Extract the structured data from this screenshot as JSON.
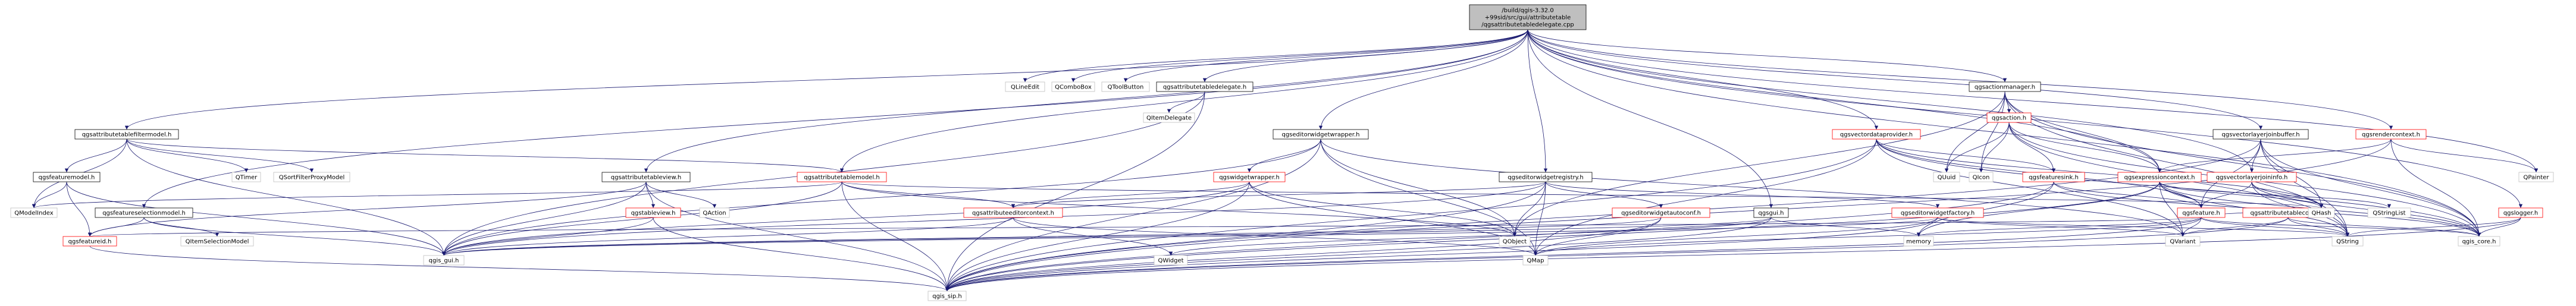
{
  "diagram": {
    "type": "include-dependency-graph",
    "root": "/build/qgis-3.32.0+99sid/src/gui/attributetable/qgsattributetabledelegate.cpp",
    "colors": {
      "edge": "#191970",
      "root_fill": "#bfbfbf",
      "missing_header_border": "#bfbfbf",
      "highlight_border": "#ff0000"
    },
    "nodes": [
      {
        "id": "root",
        "lines": [
          "/build/qgis-3.32.0",
          "+99sid/src/gui/attributetable",
          "/qgsattributetabledelegate.cpp"
        ],
        "kind": "root"
      },
      {
        "id": "QLineEdit",
        "lines": [
          "QLineEdit"
        ],
        "kind": "sys"
      },
      {
        "id": "QComboBox",
        "lines": [
          "QComboBox"
        ],
        "kind": "sys"
      },
      {
        "id": "QToolButton",
        "lines": [
          "QToolButton"
        ],
        "kind": "sys"
      },
      {
        "id": "qgsattributetabledelegate.h",
        "lines": [
          "qgsattributetabledelegate.h"
        ],
        "kind": "local"
      },
      {
        "id": "QItemDelegate",
        "lines": [
          "QItemDelegate"
        ],
        "kind": "sys"
      },
      {
        "id": "qgsattributetablefiltermodel.h",
        "lines": [
          "qgsattributetablefiltermodel.h"
        ],
        "kind": "local"
      },
      {
        "id": "QTimer",
        "lines": [
          "QTimer"
        ],
        "kind": "sys"
      },
      {
        "id": "QSortFilterProxyModel",
        "lines": [
          "QSortFilterProxyModel"
        ],
        "kind": "sys"
      },
      {
        "id": "qgsfeaturemodel.h",
        "lines": [
          "qgsfeaturemodel.h"
        ],
        "kind": "local"
      },
      {
        "id": "QModelIndex",
        "lines": [
          "QModelIndex"
        ],
        "kind": "sys"
      },
      {
        "id": "qgsattributetableview.h",
        "lines": [
          "qgsattributetableview.h"
        ],
        "kind": "local"
      },
      {
        "id": "qgsattributetablemodel.h",
        "lines": [
          "qgsattributetablemodel.h"
        ],
        "kind": "red"
      },
      {
        "id": "qgsfeatureselectionmodel.h",
        "lines": [
          "qgsfeatureselectionmodel.h"
        ],
        "kind": "local"
      },
      {
        "id": "QItemSelectionModel",
        "lines": [
          "QItemSelectionModel"
        ],
        "kind": "sys"
      },
      {
        "id": "qgsfeatureid.h",
        "lines": [
          "qgsfeatureid.h"
        ],
        "kind": "red"
      },
      {
        "id": "qgstableview.h",
        "lines": [
          "qgstableview.h"
        ],
        "kind": "red"
      },
      {
        "id": "QAction",
        "lines": [
          "QAction"
        ],
        "kind": "sys"
      },
      {
        "id": "qgseditorwidgetwrapper.h",
        "lines": [
          "qgseditorwidgetwrapper.h"
        ],
        "kind": "local"
      },
      {
        "id": "qgswidgetwrapper.h",
        "lines": [
          "qgswidgetwrapper.h"
        ],
        "kind": "red"
      },
      {
        "id": "qgsattributeeditorcontext.h",
        "lines": [
          "qgsattributeeditorcontext.h"
        ],
        "kind": "red"
      },
      {
        "id": "qgseditorwidgetregistry.h",
        "lines": [
          "qgseditorwidgetregistry.h"
        ],
        "kind": "local"
      },
      {
        "id": "qgseditorwidgetautoconf.h",
        "lines": [
          "qgseditorwidgetautoconf.h"
        ],
        "kind": "red"
      },
      {
        "id": "qgseditorwidgetfactory.h",
        "lines": [
          "qgseditorwidgetfactory.h"
        ],
        "kind": "red"
      },
      {
        "id": "qgsgui.h",
        "lines": [
          "qgsgui.h"
        ],
        "kind": "local"
      },
      {
        "id": "qgsactionmanager.h",
        "lines": [
          "qgsactionmanager.h"
        ],
        "kind": "local"
      },
      {
        "id": "qgsaction.h",
        "lines": [
          "qgsaction.h"
        ],
        "kind": "red"
      },
      {
        "id": "qgsvectordataprovider.h",
        "lines": [
          "qgsvectordataprovider.h"
        ],
        "kind": "red"
      },
      {
        "id": "qgsfeaturesink.h",
        "lines": [
          "qgsfeaturesink.h"
        ],
        "kind": "red"
      },
      {
        "id": "qgsexpressioncontext.h",
        "lines": [
          "qgsexpressioncontext.h"
        ],
        "kind": "red"
      },
      {
        "id": "qgsfeature.h",
        "lines": [
          "qgsfeature.h"
        ],
        "kind": "red"
      },
      {
        "id": "qgsattributetableconfig.h",
        "lines": [
          "qgsattributetableconfig.h"
        ],
        "kind": "red"
      },
      {
        "id": "qgsvectorlayerjoinbuffer.h",
        "lines": [
          "qgsvectorlayerjoinbuffer.h"
        ],
        "kind": "local"
      },
      {
        "id": "qgsvectorlayerjoininfo.h",
        "lines": [
          "qgsvectorlayerjoininfo.h"
        ],
        "kind": "red"
      },
      {
        "id": "qgsrendercontext.h",
        "lines": [
          "qgsrendercontext.h"
        ],
        "kind": "red"
      },
      {
        "id": "qgslogger.h",
        "lines": [
          "qgslogger.h"
        ],
        "kind": "red"
      },
      {
        "id": "QPainter",
        "lines": [
          "QPainter"
        ],
        "kind": "sys"
      },
      {
        "id": "QUuid",
        "lines": [
          "QUuid"
        ],
        "kind": "sys"
      },
      {
        "id": "QIcon",
        "lines": [
          "QIcon"
        ],
        "kind": "sys"
      },
      {
        "id": "QObject",
        "lines": [
          "QObject"
        ],
        "kind": "sys"
      },
      {
        "id": "QWidget",
        "lines": [
          "QWidget"
        ],
        "kind": "sys"
      },
      {
        "id": "QMap",
        "lines": [
          "QMap"
        ],
        "kind": "sys"
      },
      {
        "id": "memory",
        "lines": [
          "memory"
        ],
        "kind": "sys"
      },
      {
        "id": "QVariant",
        "lines": [
          "QVariant"
        ],
        "kind": "sys"
      },
      {
        "id": "QHash",
        "lines": [
          "QHash"
        ],
        "kind": "sys"
      },
      {
        "id": "QStringList",
        "lines": [
          "QStringList"
        ],
        "kind": "sys"
      },
      {
        "id": "QString",
        "lines": [
          "QString"
        ],
        "kind": "sys"
      },
      {
        "id": "qgis_gui.h",
        "lines": [
          "qgis_gui.h"
        ],
        "kind": "sys"
      },
      {
        "id": "qgis_core.h",
        "lines": [
          "qgis_core.h"
        ],
        "kind": "sys"
      },
      {
        "id": "qgis_sip.h",
        "lines": [
          "qgis_sip.h"
        ],
        "kind": "sys"
      }
    ],
    "edges": [
      [
        "root",
        "QLineEdit"
      ],
      [
        "root",
        "QComboBox"
      ],
      [
        "root",
        "QToolButton"
      ],
      [
        "root",
        "qgsattributetabledelegate.h"
      ],
      [
        "root",
        "qgsattributetablefiltermodel.h"
      ],
      [
        "root",
        "qgsattributetableview.h"
      ],
      [
        "root",
        "qgsattributetablemodel.h"
      ],
      [
        "root",
        "qgsfeatureselectionmodel.h"
      ],
      [
        "root",
        "qgseditorwidgetwrapper.h"
      ],
      [
        "root",
        "qgseditorwidgetregistry.h"
      ],
      [
        "root",
        "qgsgui.h"
      ],
      [
        "root",
        "qgsactionmanager.h"
      ],
      [
        "root",
        "qgsvectordataprovider.h"
      ],
      [
        "root",
        "qgsvectorlayerjoinbuffer.h"
      ],
      [
        "root",
        "qgsrendercontext.h"
      ],
      [
        "root",
        "qgslogger.h"
      ],
      [
        "root",
        "qgsexpressioncontext.h"
      ],
      [
        "root",
        "qgsvectorlayerjoininfo.h"
      ],
      [
        "root",
        "QPainter"
      ],
      [
        "root",
        "qgis_core.h"
      ],
      [
        "qgsattributetabledelegate.h",
        "QItemDelegate"
      ],
      [
        "qgsattributetabledelegate.h",
        "qgis_gui.h"
      ],
      [
        "qgsattributetabledelegate.h",
        "qgis_sip.h"
      ],
      [
        "qgsattributetablefiltermodel.h",
        "QTimer"
      ],
      [
        "qgsattributetablefiltermodel.h",
        "QSortFilterProxyModel"
      ],
      [
        "qgsattributetablefiltermodel.h",
        "qgsfeaturemodel.h"
      ],
      [
        "qgsattributetablefiltermodel.h",
        "QModelIndex"
      ],
      [
        "qgsattributetablefiltermodel.h",
        "qgsattributetablemodel.h"
      ],
      [
        "qgsattributetablefiltermodel.h",
        "qgis_gui.h"
      ],
      [
        "qgsfeaturemodel.h",
        "QModelIndex"
      ],
      [
        "qgsfeaturemodel.h",
        "qgsfeatureid.h"
      ],
      [
        "qgsfeaturemodel.h",
        "qgis_gui.h"
      ],
      [
        "qgsattributetableview.h",
        "qgstableview.h"
      ],
      [
        "qgsattributetableview.h",
        "QAction"
      ],
      [
        "qgsattributetableview.h",
        "qgis_gui.h"
      ],
      [
        "qgsattributetableview.h",
        "qgsfeatureid.h"
      ],
      [
        "qgsattributetableview.h",
        "qgis_sip.h"
      ],
      [
        "qgsattributetablemodel.h",
        "QModelIndex"
      ],
      [
        "qgsattributetablemodel.h",
        "QObject"
      ],
      [
        "qgsattributetablemodel.h",
        "qgsattributeeditorcontext.h"
      ],
      [
        "qgsattributetablemodel.h",
        "qgis_gui.h"
      ],
      [
        "qgsattributetablemodel.h",
        "qgis_sip.h"
      ],
      [
        "qgsattributetablemodel.h",
        "QHash"
      ],
      [
        "qgsfeatureselectionmodel.h",
        "QItemSelectionModel"
      ],
      [
        "qgsfeatureselectionmodel.h",
        "qgsfeatureid.h"
      ],
      [
        "qgsfeatureselectionmodel.h",
        "qgis_gui.h"
      ],
      [
        "qgstableview.h",
        "qgis_gui.h"
      ],
      [
        "qgstableview.h",
        "qgis_sip.h"
      ],
      [
        "qgsfeatureid.h",
        "qgis_sip.h"
      ],
      [
        "qgseditorwidgetwrapper.h",
        "qgswidgetwrapper.h"
      ],
      [
        "qgseditorwidgetwrapper.h",
        "QMap"
      ],
      [
        "qgseditorwidgetwrapper.h",
        "QObject"
      ],
      [
        "qgseditorwidgetwrapper.h",
        "qgis_gui.h"
      ],
      [
        "qgseditorwidgetwrapper.h",
        "qgis_sip.h"
      ],
      [
        "qgseditorwidgetwrapper.h",
        "QVariant"
      ],
      [
        "qgswidgetwrapper.h",
        "qgsattributeeditorcontext.h"
      ],
      [
        "qgswidgetwrapper.h",
        "QMap"
      ],
      [
        "qgswidgetwrapper.h",
        "QObject"
      ],
      [
        "qgswidgetwrapper.h",
        "qgis_gui.h"
      ],
      [
        "qgswidgetwrapper.h",
        "qgis_sip.h"
      ],
      [
        "qgsattributeeditorcontext.h",
        "QMap"
      ],
      [
        "qgsattributeeditorcontext.h",
        "QWidget"
      ],
      [
        "qgsattributeeditorcontext.h",
        "qgis_gui.h"
      ],
      [
        "qgseditorwidgetregistry.h",
        "qgseditorwidgetautoconf.h"
      ],
      [
        "qgseditorwidgetregistry.h",
        "qgseditorwidgetfactory.h"
      ],
      [
        "qgseditorwidgetregistry.h",
        "QObject"
      ],
      [
        "qgseditorwidgetregistry.h",
        "QMap"
      ],
      [
        "qgseditorwidgetregistry.h",
        "qgsattributeeditorcontext.h"
      ],
      [
        "qgseditorwidgetregistry.h",
        "qgis_gui.h"
      ],
      [
        "qgseditorwidgetregistry.h",
        "qgis_sip.h"
      ],
      [
        "qgseditorwidgetautoconf.h",
        "qgis_gui.h"
      ],
      [
        "qgseditorwidgetautoconf.h",
        "qgis_sip.h"
      ],
      [
        "qgseditorwidgetautoconf.h",
        "QMap"
      ],
      [
        "qgseditorwidgetfactory.h",
        "QMap"
      ],
      [
        "qgseditorwidgetfactory.h",
        "qgis_gui.h"
      ],
      [
        "qgseditorwidgetfactory.h",
        "qgis_sip.h"
      ],
      [
        "qgseditorwidgetfactory.h",
        "QVariant"
      ],
      [
        "qgseditorwidgetfactory.h",
        "QString"
      ],
      [
        "qgsgui.h",
        "qgis_gui.h"
      ],
      [
        "qgsgui.h",
        "qgis_sip.h"
      ],
      [
        "qgsgui.h",
        "memory"
      ],
      [
        "qgsgui.h",
        "QWidget"
      ],
      [
        "qgsactionmanager.h",
        "qgsaction.h"
      ],
      [
        "qgsactionmanager.h",
        "QUuid"
      ],
      [
        "qgsactionmanager.h",
        "QIcon"
      ],
      [
        "qgsactionmanager.h",
        "QString"
      ],
      [
        "qgsactionmanager.h",
        "qgis_core.h"
      ],
      [
        "qgsactionmanager.h",
        "qgsexpressioncontext.h"
      ],
      [
        "qgsactionmanager.h",
        "QObject"
      ],
      [
        "qgsaction.h",
        "QUuid"
      ],
      [
        "qgsaction.h",
        "QIcon"
      ],
      [
        "qgsaction.h",
        "QString"
      ],
      [
        "qgsaction.h",
        "qgsexpressioncontext.h"
      ],
      [
        "qgsaction.h",
        "qgis_core.h"
      ],
      [
        "qgsaction.h",
        "qgsfeaturesink.h"
      ],
      [
        "qgsvectordataprovider.h",
        "qgsfeaturesink.h"
      ],
      [
        "qgsvectordataprovider.h",
        "qgsfeature.h"
      ],
      [
        "qgsvectordataprovider.h",
        "QHash"
      ],
      [
        "qgsvectordataprovider.h",
        "qgis_core.h"
      ],
      [
        "qgsvectordataprovider.h",
        "qgis_sip.h"
      ],
      [
        "qgsvectordataprovider.h",
        "QMap"
      ],
      [
        "qgsvectordataprovider.h",
        "QVariant"
      ],
      [
        "qgsfeaturesink.h",
        "qgsfeature.h"
      ],
      [
        "qgsfeaturesink.h",
        "memory"
      ],
      [
        "qgsfeaturesink.h",
        "qgis_core.h"
      ],
      [
        "qgsfeaturesink.h",
        "qgis_sip.h"
      ],
      [
        "qgsexpressioncontext.h",
        "qgsfeature.h"
      ],
      [
        "qgsexpressioncontext.h",
        "QHash"
      ],
      [
        "qgsexpressioncontext.h",
        "QString"
      ],
      [
        "qgsexpressioncontext.h",
        "QStringList"
      ],
      [
        "qgsexpressioncontext.h",
        "qgis_core.h"
      ],
      [
        "qgsexpressioncontext.h",
        "qgis_sip.h"
      ],
      [
        "qgsexpressioncontext.h",
        "memory"
      ],
      [
        "qgsexpressioncontext.h",
        "QVariant"
      ],
      [
        "qgsfeature.h",
        "qgis_core.h"
      ],
      [
        "qgsfeature.h",
        "qgis_sip.h"
      ],
      [
        "qgsfeature.h",
        "QMap"
      ],
      [
        "qgsfeature.h",
        "QString"
      ],
      [
        "qgsfeature.h",
        "QVariant"
      ],
      [
        "qgsfeature.h",
        "memory"
      ],
      [
        "qgsfeature.h",
        "qgsfeatureid.h"
      ],
      [
        "qgsfeature.h",
        "qgsattributetableconfig.h"
      ],
      [
        "qgsattributetableconfig.h",
        "QString"
      ],
      [
        "qgsattributetableconfig.h",
        "QVariant"
      ],
      [
        "qgsattributetableconfig.h",
        "qgis_core.h"
      ],
      [
        "qgsattributetableconfig.h",
        "qgis_sip.h"
      ],
      [
        "qgsvectorlayerjoinbuffer.h",
        "qgsvectorlayerjoininfo.h"
      ],
      [
        "qgsvectorlayerjoinbuffer.h",
        "QHash"
      ],
      [
        "qgsvectorlayerjoinbuffer.h",
        "QString"
      ],
      [
        "qgsvectorlayerjoinbuffer.h",
        "qgis_core.h"
      ],
      [
        "qgsvectorlayerjoinbuffer.h",
        "qgis_sip.h"
      ],
      [
        "qgsvectorlayerjoinbuffer.h",
        "qgsfeature.h"
      ],
      [
        "qgsvectorlayerjoininfo.h",
        "QHash"
      ],
      [
        "qgsvectorlayerjoininfo.h",
        "QString"
      ],
      [
        "qgsvectorlayerjoininfo.h",
        "qgis_core.h"
      ],
      [
        "qgsvectorlayerjoininfo.h",
        "qgsfeature.h"
      ],
      [
        "qgsrendercontext.h",
        "QPainter"
      ],
      [
        "qgsrendercontext.h",
        "qgis_core.h"
      ],
      [
        "qgsrendercontext.h",
        "qgis_sip.h"
      ],
      [
        "qgsrendercontext.h",
        "qgsexpressioncontext.h"
      ],
      [
        "qgslogger.h",
        "qgis_core.h"
      ],
      [
        "qgslogger.h",
        "qgis_sip.h"
      ],
      [
        "qgslogger.h",
        "QString"
      ]
    ]
  }
}
